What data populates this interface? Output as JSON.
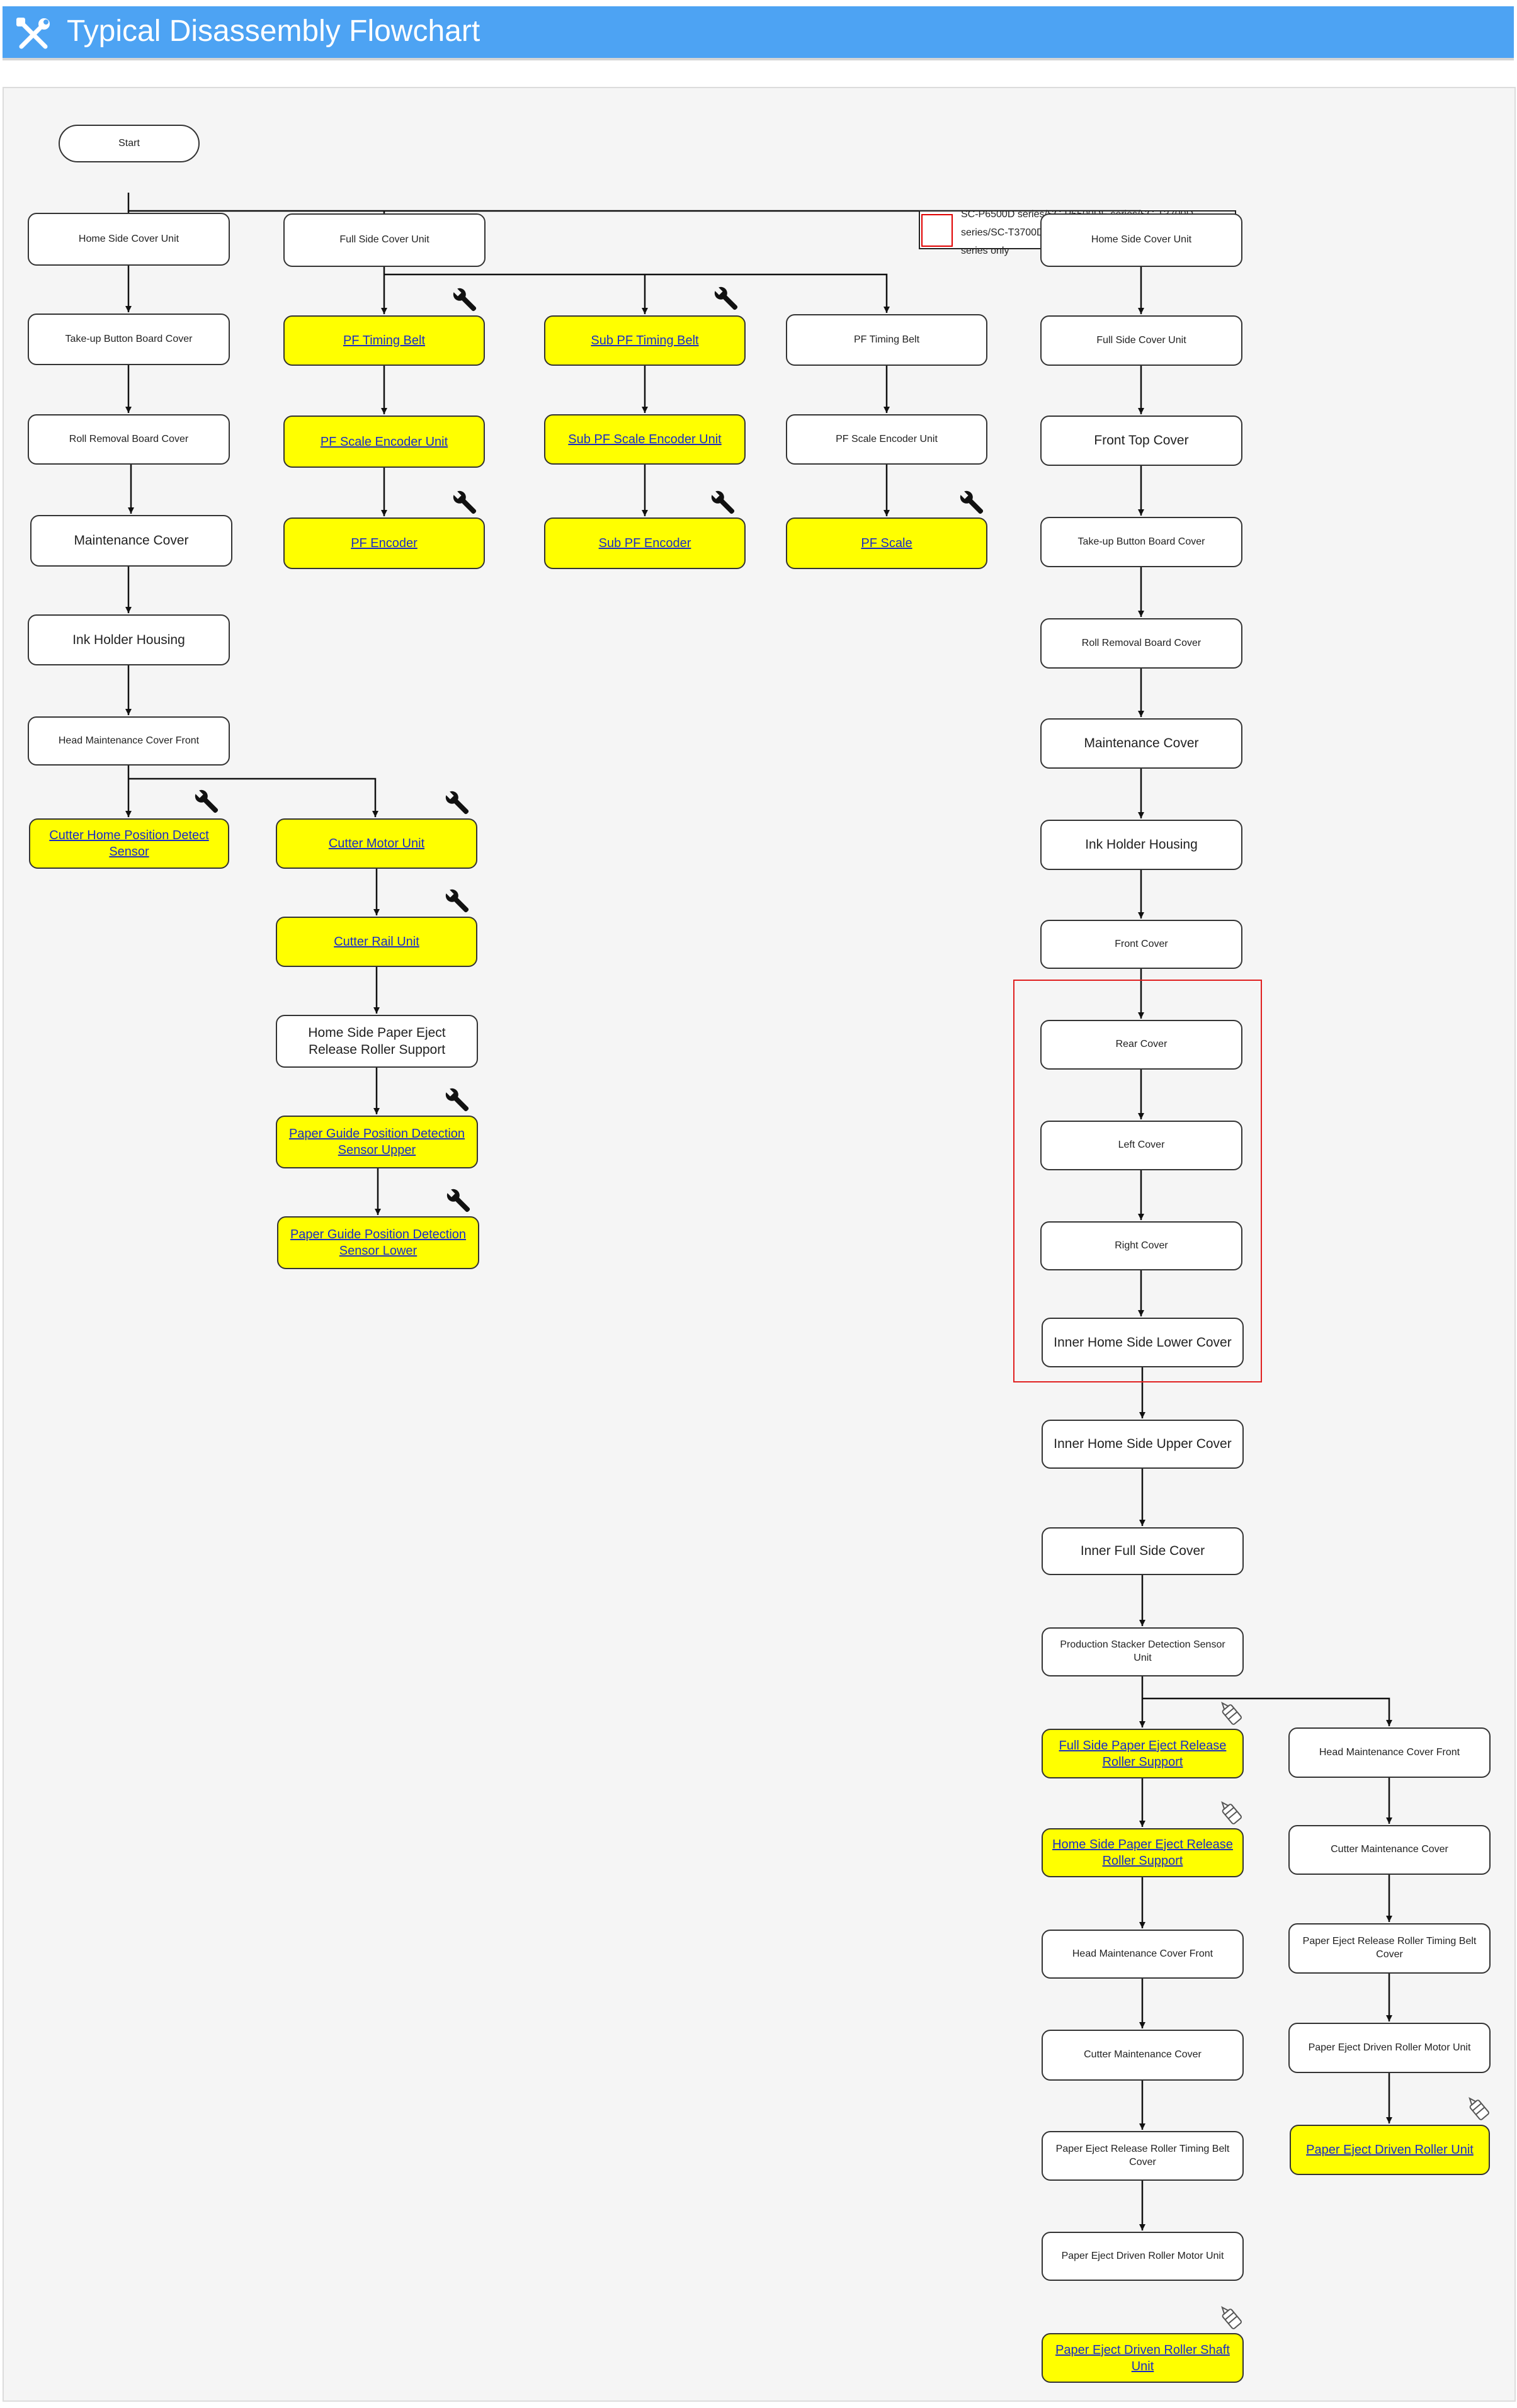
{
  "header": {
    "title": "Typical Disassembly Flowchart",
    "icon": "tools-icon",
    "color": "#4da3f3"
  },
  "legend": {
    "text": "SC-P6500D series/SC-P6500DE series/SC-T3700D series/SC-T3700DE series/SC-P6500E series/SC-T3700E series only",
    "swatch_color": "#e00000"
  },
  "colors": {
    "highlight": "#ffff00",
    "link": "#1a2cc6",
    "group_border": "#e02020"
  },
  "nodes": {
    "start": "Start",
    "c1_1": "Home Side Cover Unit",
    "c1_2": "Take-up Button Board Cover",
    "c1_3": "Roll Removal Board Cover",
    "c1_4": "Maintenance Cover",
    "c1_5": "Ink Holder Housing",
    "c1_6": "Head Maintenance Cover Front",
    "c1_7": "Cutter Home Position Detect Sensor",
    "c2_1": "Full Side Cover Unit",
    "c2_2": "PF Timing Belt",
    "c2_3": "PF Scale Encoder Unit",
    "c2_4": "PF Encoder",
    "c3_1": "Sub PF Timing Belt",
    "c3_2": "Sub PF Scale Encoder Unit",
    "c3_3": "Sub PF Encoder",
    "c4_1": "PF Timing Belt",
    "c4_2": "PF Scale Encoder Unit",
    "c4_3": "PF Scale",
    "cm_1": "Cutter Motor Unit",
    "cm_2": "Cutter Rail Unit",
    "cm_3": "Home Side Paper Eject Release Roller Support",
    "cm_4": "Paper Guide Position Detection Sensor Upper",
    "cm_5": "Paper Guide Position Detection Sensor Lower",
    "r_1": "Home Side Cover Unit",
    "r_2": "Full Side Cover Unit",
    "r_3": "Front Top Cover",
    "r_4": "Take-up Button Board Cover",
    "r_5": "Roll Removal Board Cover",
    "r_6": "Maintenance Cover",
    "r_7": "Ink Holder Housing",
    "r_8": "Front Cover",
    "r_9": "Rear Cover",
    "r_10": "Left Cover",
    "r_11": "Right Cover",
    "r_12": "Inner Home Side Lower Cover",
    "r_13": "Inner Home Side Upper Cover",
    "r_14": "Inner Full Side Cover",
    "r_15": "Production Stacker Detection Sensor Unit",
    "r_16": "Full Side Paper Eject Release Roller Support",
    "r_17": "Home Side Paper Eject Release Roller Support",
    "r_18": "Head Maintenance Cover Front",
    "r_19": "Cutter Maintenance Cover",
    "r_20": "Paper Eject Release Roller Timing Belt Cover",
    "r_21": "Paper Eject Driven Roller Motor Unit",
    "r_22": "Paper Eject Driven Roller Shaft Unit",
    "f_1": "Head Maintenance Cover Front",
    "f_2": "Cutter Maintenance Cover",
    "f_3": "Paper Eject Release Roller Timing Belt Cover",
    "f_4": "Paper Eject Driven Roller Motor Unit",
    "f_5": "Paper Eject Driven Roller Unit"
  }
}
